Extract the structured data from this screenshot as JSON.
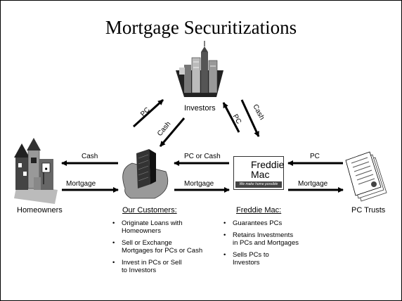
{
  "title": "Mortgage Securitizations",
  "entities": {
    "investors": "Investors",
    "homeowners": "Homeowners",
    "customers": "Our Customers:",
    "freddie": "Freddie Mac:",
    "pc_trusts": "PC Trusts"
  },
  "arrows": {
    "cash_home": "Cash",
    "mortgage_home": "Mortgage",
    "pc_inv_left": "PC",
    "cash_inv_left": "Cash",
    "pc_or_cash": "PC or Cash",
    "mortgage_mid": "Mortgage",
    "pc_inv_right": "PC",
    "cash_inv_right": "Cash",
    "pc_right": "PC",
    "mortgage_right": "Mortgage"
  },
  "customers_bullets": [
    "Originate Loans with\nHomeowners",
    "Sell or Exchange\nMortgages for PCs or Cash",
    "Invest in PCs or Sell\nto Investors"
  ],
  "freddie_bullets": [
    "Guarantees PCs",
    "Retains Investments\nin PCs and Mortgages",
    "Sells PCs to\nInvestors"
  ],
  "logo": {
    "line1": "Freddie",
    "line2": "Mac",
    "tagline": "We make home possible"
  },
  "icons": {
    "investors": "city-skyline-icon",
    "homeowners": "houses-icon",
    "customers": "office-tower-icon",
    "freddie": "freddie-mac-logo",
    "pc_trusts": "documents-stack-icon"
  }
}
